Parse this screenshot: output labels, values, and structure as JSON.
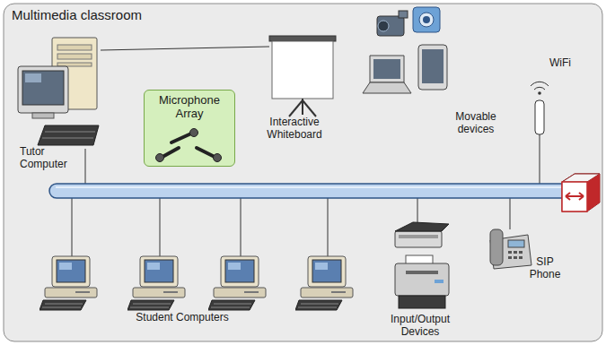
{
  "diagram": {
    "nodes": [
      {
        "text": [
          "Multimedia classroom"
        ]
      },
      {
        "text": [
          "Microphone Array"
        ],
        "in": 0
      }
    ],
    "labels": [
      "Interactive Whiteboard",
      "Movable devices",
      "WiFi",
      "Tutor Computer",
      "Student Computers",
      "Input/Output Devices",
      "SIP Phone"
    ]
  }
}
